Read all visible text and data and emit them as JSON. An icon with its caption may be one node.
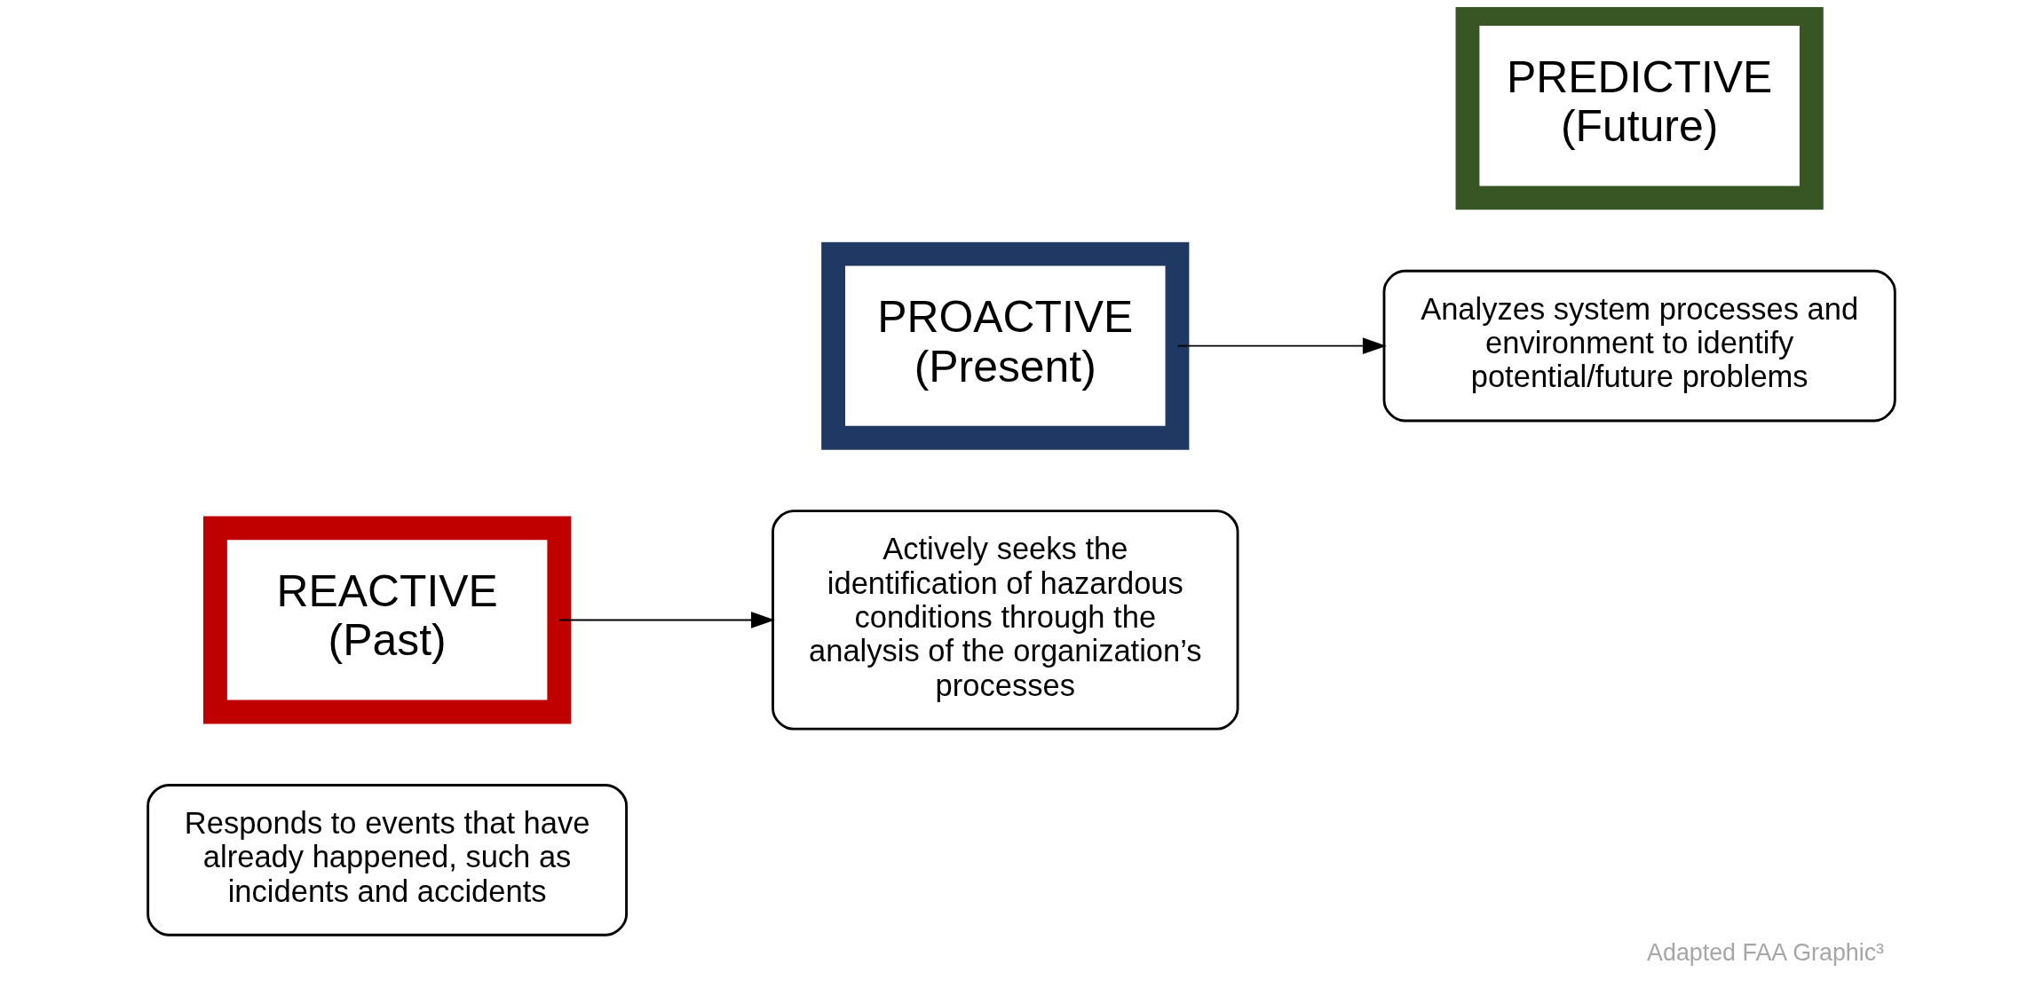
{
  "diagram": {
    "caption": "Adapted FAA Graphic³",
    "nodes": [
      {
        "text": [
          "Responds to events that have already happened, such as incidents and accidents"
        ]
      },
      {
        "text": [
          "REACTIVE (Past)"
        ]
      },
      {
        "text": [
          "PROACTIVE (Present)"
        ]
      },
      {
        "text": [
          "Actively seeks the identification of hazardous conditions through the analysis of the organization’s processes"
        ]
      },
      {
        "text": [
          "Analyzes system processes and environment to identify potential/future problems"
        ]
      },
      {
        "text": [
          "PREDICTIVE (Future)"
        ]
      }
    ],
    "edges": [
      {
        "from": 1,
        "to": 3,
        "arrow": "to"
      },
      {
        "from": 2,
        "to": 4,
        "arrow": "to"
      }
    ]
  }
}
